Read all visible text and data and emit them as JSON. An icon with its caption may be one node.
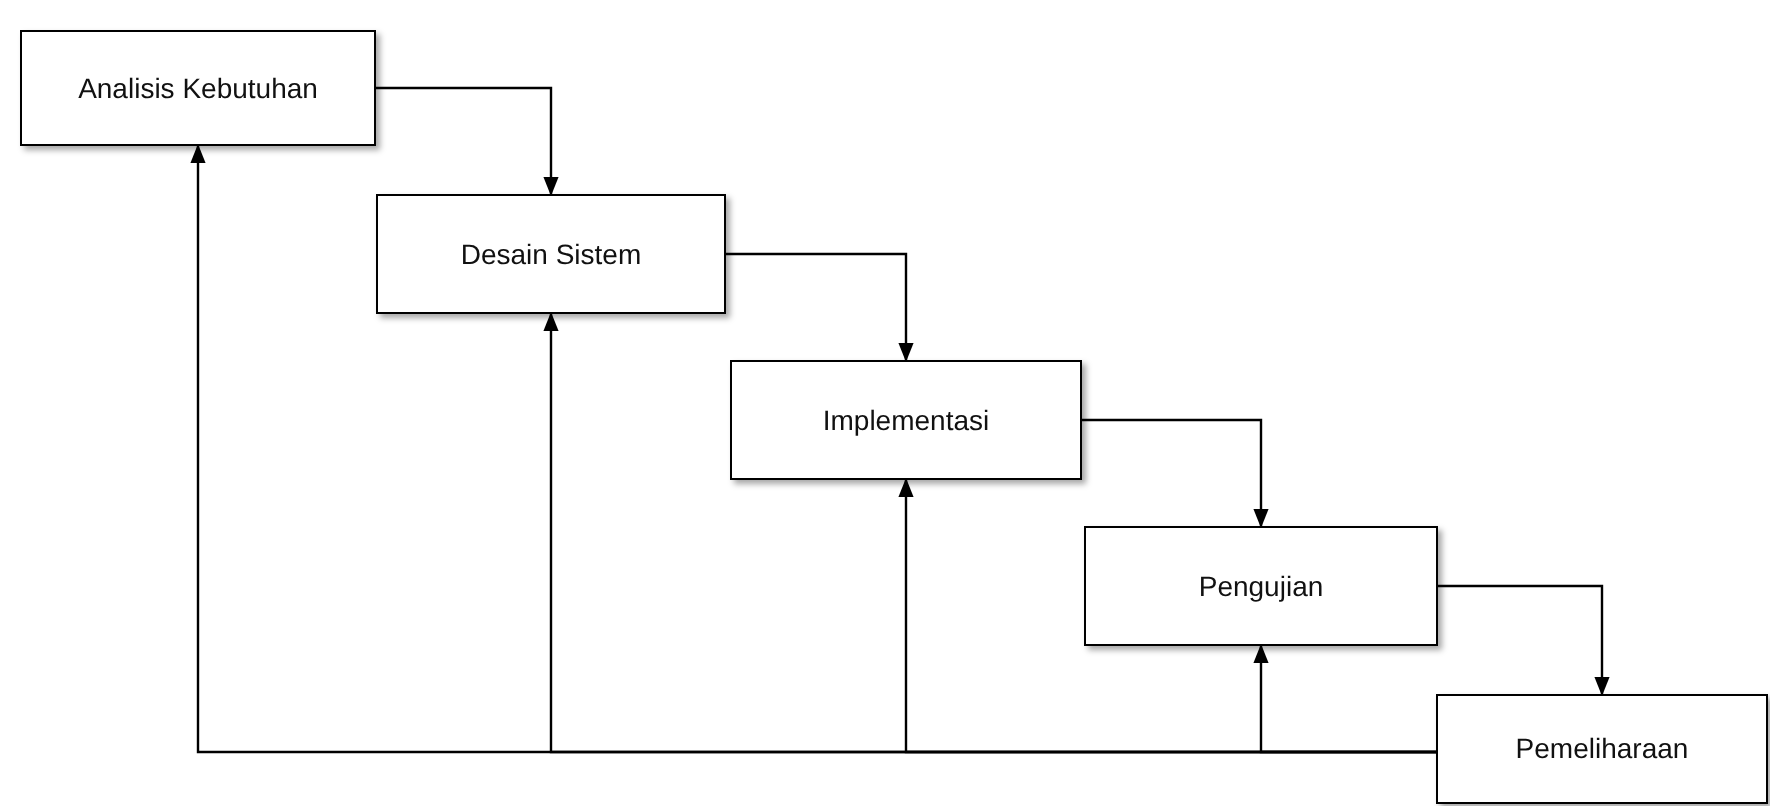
{
  "diagram": {
    "nodes": [
      {
        "text": [
          "Analisis Kebutuhan"
        ]
      },
      {
        "text": [
          "Desain Sistem"
        ]
      },
      {
        "text": [
          "Implementasi"
        ]
      },
      {
        "text": [
          "Pengujian"
        ]
      },
      {
        "text": [
          "Pemeliharaan"
        ]
      }
    ],
    "edges": [
      {
        "from": 0,
        "to": 1,
        "arrow": "to"
      },
      {
        "from": 1,
        "to": 2,
        "arrow": "to"
      },
      {
        "from": 2,
        "to": 3,
        "arrow": "to"
      },
      {
        "from": 3,
        "to": 4,
        "arrow": "to"
      },
      {
        "from": 4,
        "to": 0,
        "arrow": "to"
      },
      {
        "from": 4,
        "to": 1,
        "arrow": "to"
      },
      {
        "from": 4,
        "to": 2,
        "arrow": "to"
      },
      {
        "from": 4,
        "to": 3,
        "arrow": "to"
      }
    ]
  }
}
